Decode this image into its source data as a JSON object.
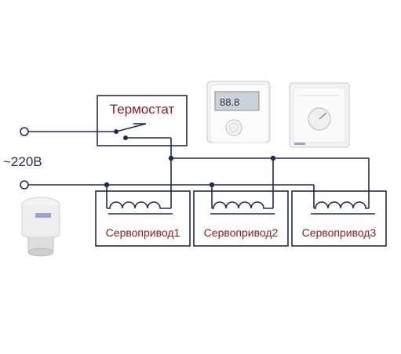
{
  "thermostat": {
    "label": "Термостат"
  },
  "supply": {
    "label": "~220В"
  },
  "servos": [
    {
      "label": "Сервопривод1"
    },
    {
      "label": "Сервопривод2"
    },
    {
      "label": "Сервопривод3"
    }
  ],
  "colors": {
    "wire": "#1f2a5c",
    "thermostat_text": "#8b1a1a",
    "servo_text": "#8b1a1a",
    "supply_text": "#1f2a5c",
    "device_body": "#f2f2f2",
    "device_display": "#c9d3d9"
  },
  "icons": [
    "thermostat-digital-icon",
    "thermostat-analog-icon",
    "servo-actuator-icon"
  ]
}
